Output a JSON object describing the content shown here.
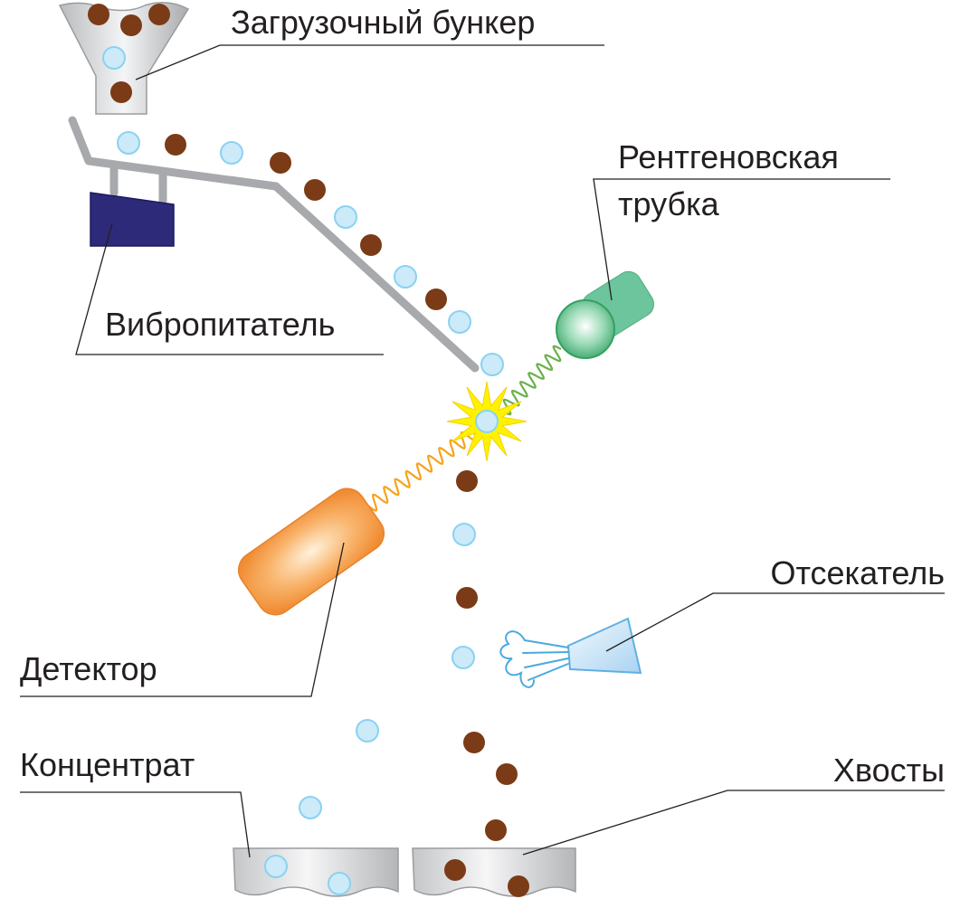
{
  "labels": {
    "hopper": "Загрузочный бункер",
    "xray_tube_line1": "Рентгеновская",
    "xray_tube_line2": "трубка",
    "vibro_feeder": "Вибропитатель",
    "ejector": "Отсекатель",
    "detector": "Детектор",
    "concentrate": "Концентрат",
    "tailings": "Хвосты"
  },
  "colors": {
    "ore_particle": "#7a3b16",
    "light_particle": "#cdeaf9",
    "light_particle_stroke": "#8ad2f2",
    "metal_gray": "#a7a9ac",
    "feeder": "#2e2a7a",
    "tube": "#6cc59c",
    "detector": "#f59a4a",
    "ejector": "#cfe6f7",
    "flash": "#fff200",
    "xray_wave": "#6ab04c",
    "fluor_wave": "#f7a21b"
  },
  "icons": {
    "hopper": "funnel-icon",
    "feeder": "vibro-feeder-icon",
    "tube": "xray-tube-icon",
    "detector": "detector-icon",
    "ejector": "air-nozzle-icon"
  }
}
